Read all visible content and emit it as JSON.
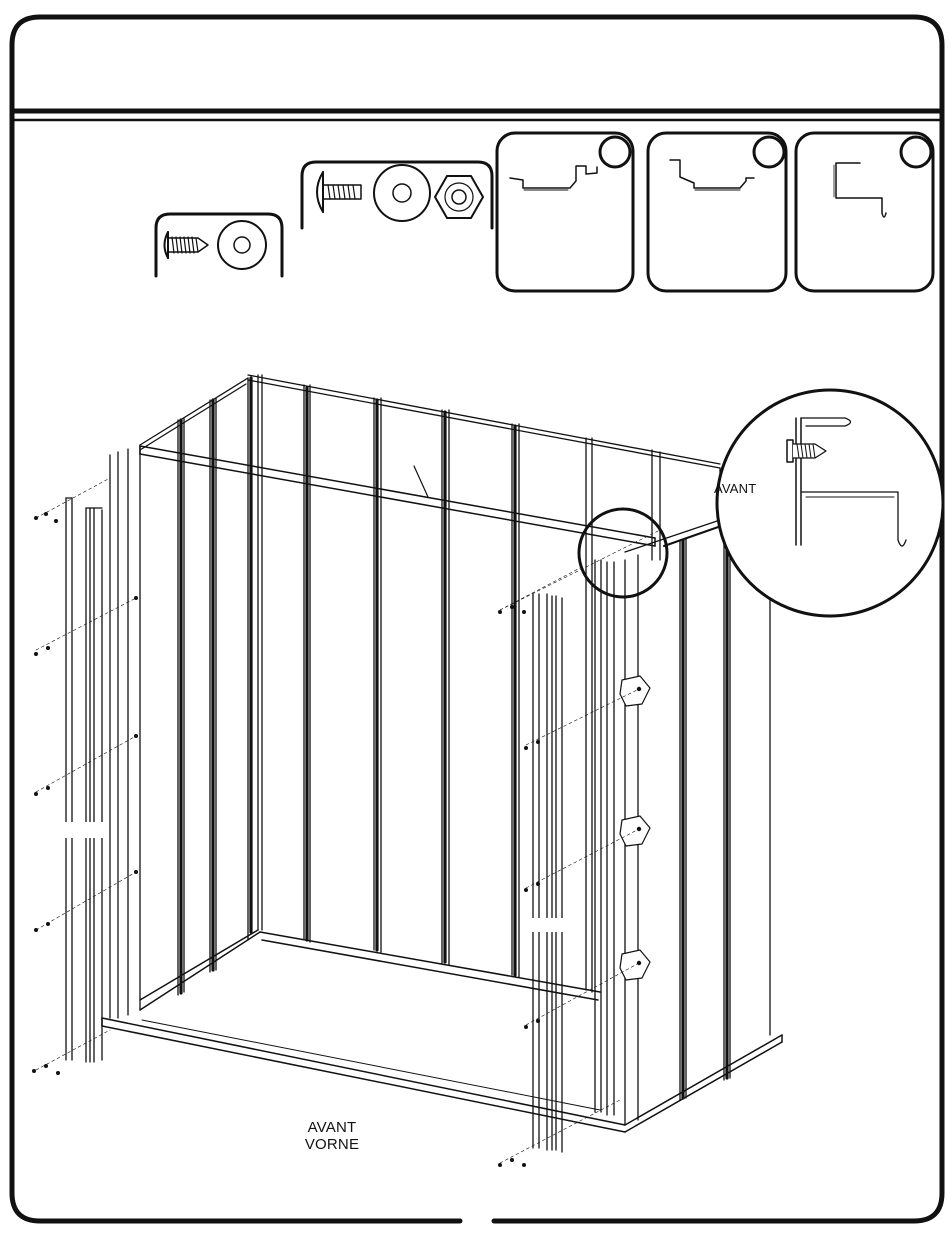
{
  "labels": {
    "front_fr": "AVANT",
    "front_de": "VORNE",
    "detail_front": "AVANT"
  },
  "colors": {
    "line": "#111111",
    "paper": "#ffffff",
    "shade": "#d9d9d9"
  },
  "icons": {
    "screw_small": "self-tapping-screw-icon",
    "washer": "washer-icon",
    "bolt": "bolt-icon",
    "nut": "hex-nut-icon",
    "channel_a": "channel-profile-icon",
    "channel_b": "channel-profile-icon",
    "bracket": "bracket-profile-icon"
  }
}
